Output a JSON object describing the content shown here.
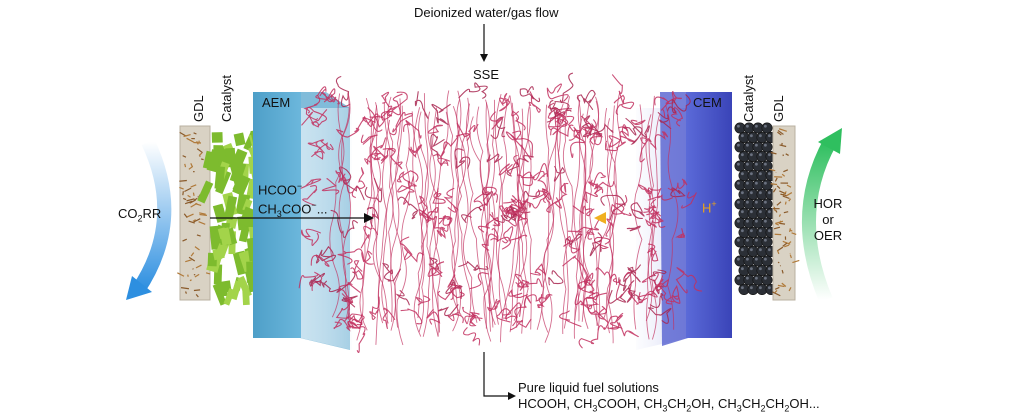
{
  "top_flow": "Deionized water/gas flow",
  "sse": "SSE",
  "left": {
    "gdl": "GDL",
    "catalyst": "Catalyst",
    "membrane": "AEM",
    "reaction_main": "CO",
    "reaction_sub": "2",
    "reaction_tail": "RR",
    "ion1_main": "HCOO",
    "ion1_sup": "−",
    "ion2_a": "CH",
    "ion2_sub1": "3",
    "ion2_b": "COO",
    "ion2_sup": "−",
    "ion2_tail": "..."
  },
  "right": {
    "gdl": "GDL",
    "catalyst": "Catalyst",
    "membrane": "CEM",
    "proton_main": "H",
    "proton_sup": "+",
    "reaction_line1": "HOR",
    "reaction_line2": "or",
    "reaction_line3": "OER"
  },
  "output": {
    "title": "Pure liquid fuel solutions",
    "p1": "HCOOH, CH",
    "s1": "3",
    "p2": "COOH, CH",
    "s2": "3",
    "p3": "CH",
    "s3": "2",
    "p4": "OH, CH",
    "s4": "3",
    "p5": "CH",
    "s5": "2",
    "p6": "CH",
    "s6": "2",
    "p7": "OH..."
  },
  "colors": {
    "aem": "#5ba8cf",
    "cem": "#4a56c8",
    "polymer": "#c2305f",
    "left_arrow": "#3b97e0",
    "right_arrow": "#3fc46a",
    "proton": "#e8a21a",
    "catalyst_left": "#7dbb2e",
    "catalyst_right": "#2b2f36"
  }
}
